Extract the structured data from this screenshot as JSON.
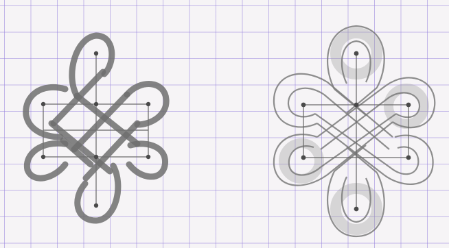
{
  "image": {
    "background": "graph-paper",
    "grid_color": "#9682dc",
    "drawings": [
      {
        "id": "left-knot",
        "style": "shaded pencil strands",
        "stroke_color": "#6f6f6f"
      },
      {
        "id": "right-knot",
        "style": "outlined double-line ribbons",
        "stroke_color": "#7a7a7a"
      }
    ]
  }
}
